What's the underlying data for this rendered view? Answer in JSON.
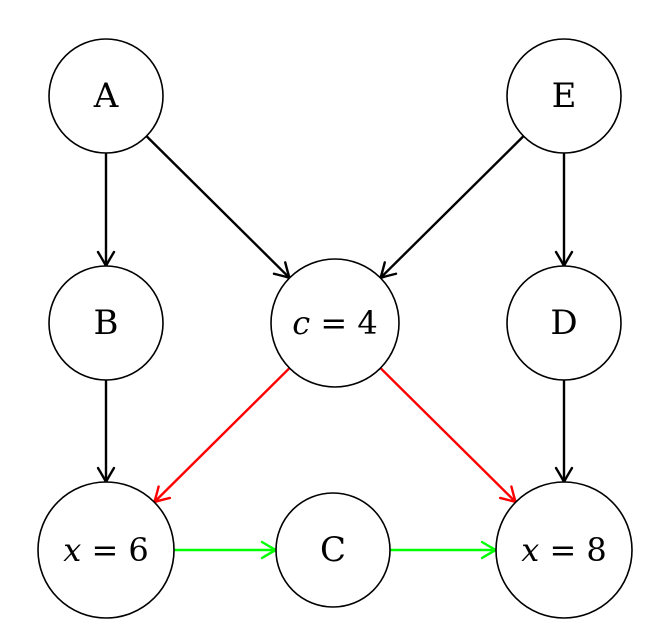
{
  "nodes": [
    {
      "id": "A",
      "label": "A"
    },
    {
      "id": "E",
      "label": "E"
    },
    {
      "id": "B",
      "label": "B"
    },
    {
      "id": "c4",
      "label": "c = 4",
      "var": "c",
      "eq": " = 4"
    },
    {
      "id": "D",
      "label": "D"
    },
    {
      "id": "x6",
      "label": "x = 6",
      "var": "x",
      "eq": " = 6"
    },
    {
      "id": "C",
      "label": "C"
    },
    {
      "id": "x8",
      "label": "x = 8",
      "var": "x",
      "eq": " = 8"
    }
  ],
  "edges": [
    {
      "from": "A",
      "to": "B",
      "color": "#000000"
    },
    {
      "from": "A",
      "to": "c4",
      "color": "#000000"
    },
    {
      "from": "E",
      "to": "c4",
      "color": "#000000"
    },
    {
      "from": "E",
      "to": "D",
      "color": "#000000"
    },
    {
      "from": "B",
      "to": "x6",
      "color": "#000000"
    },
    {
      "from": "D",
      "to": "x8",
      "color": "#000000"
    },
    {
      "from": "c4",
      "to": "x6",
      "color": "#ff0000"
    },
    {
      "from": "c4",
      "to": "x8",
      "color": "#ff0000"
    },
    {
      "from": "x6",
      "to": "C",
      "color": "#00ff00"
    },
    {
      "from": "C",
      "to": "x8",
      "color": "#00ff00"
    }
  ]
}
